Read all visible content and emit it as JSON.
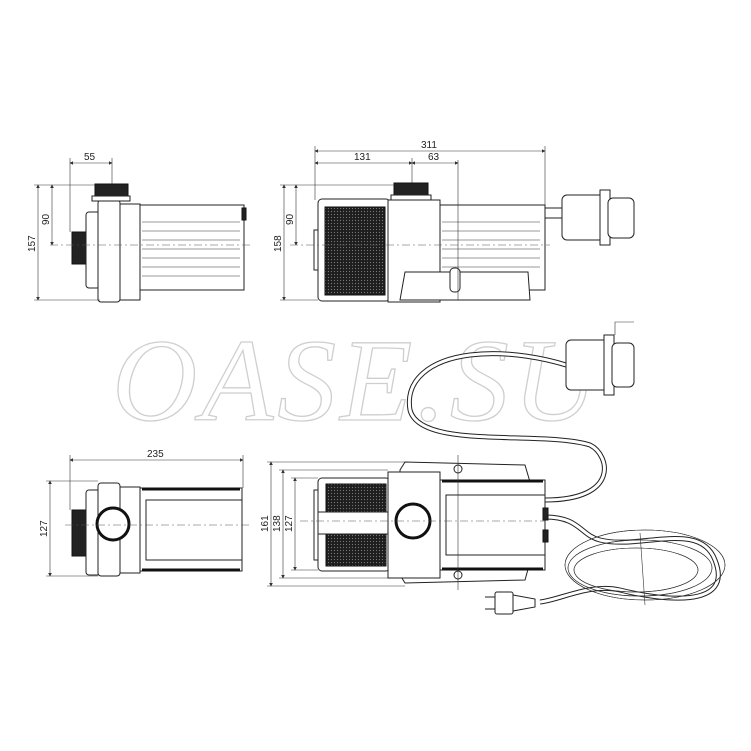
{
  "watermark": "OASE.SU",
  "dimensions": {
    "side_view": {
      "width_top": "55",
      "height_axis": "90",
      "height_total": "157"
    },
    "front_view": {
      "length_total": "311",
      "length_a": "131",
      "length_b": "63",
      "height_axis": "90",
      "height_total": "158"
    },
    "top_view_left": {
      "length": "235",
      "width": "127"
    },
    "top_view_right": {
      "width_total": "161",
      "width_mid": "138",
      "width_inner": "127"
    }
  }
}
